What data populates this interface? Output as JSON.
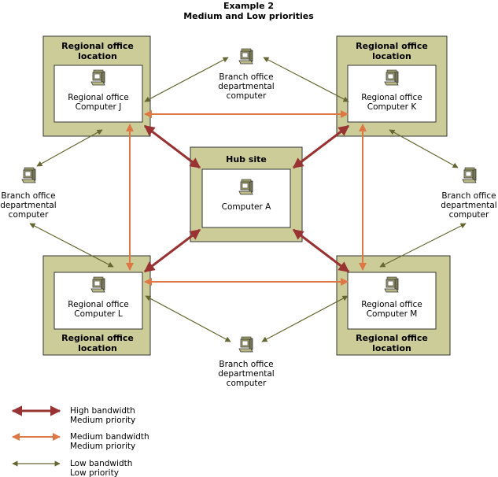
{
  "title": {
    "line1": "Example 2",
    "line2": "Medium and Low priorities"
  },
  "colors": {
    "site_outer_fill": "#cccc99",
    "site_border": "#333333",
    "high": "#993333",
    "medium": "#dd7744",
    "low": "#666633"
  },
  "sites": {
    "regional_j": {
      "label1": "Regional office",
      "label2": "location",
      "computer1": "Regional office",
      "computer2": "Computer J"
    },
    "regional_k": {
      "label1": "Regional office",
      "label2": "location",
      "computer1": "Regional office",
      "computer2": "Computer K"
    },
    "regional_l": {
      "label1": "Regional office",
      "label2": "location",
      "computer1": "Regional office",
      "computer2": "Computer L"
    },
    "regional_m": {
      "label1": "Regional office",
      "label2": "location",
      "computer1": "Regional office",
      "computer2": "Computer M"
    },
    "hub": {
      "label": "Hub site",
      "computer": "Computer A"
    }
  },
  "branches": {
    "top": {
      "line1": "Branch office",
      "line2": "departmental",
      "line3": "computer"
    },
    "left": {
      "line1": "Branch office",
      "line2": "departmental",
      "line3": "computer"
    },
    "right": {
      "line1": "Branch office",
      "line2": "departmental",
      "line3": "computer"
    },
    "bottom": {
      "line1": "Branch office",
      "line2": "departmental",
      "line3": "computer"
    }
  },
  "legend": {
    "high": {
      "line1": "High bandwidth",
      "line2": "Medium priority"
    },
    "medium": {
      "line1": "Medium bandwidth",
      "line2": "Medium priority"
    },
    "low": {
      "line1": "Low bandwidth",
      "line2": "Low priority"
    }
  },
  "icons": {
    "computer": "computer-icon"
  }
}
